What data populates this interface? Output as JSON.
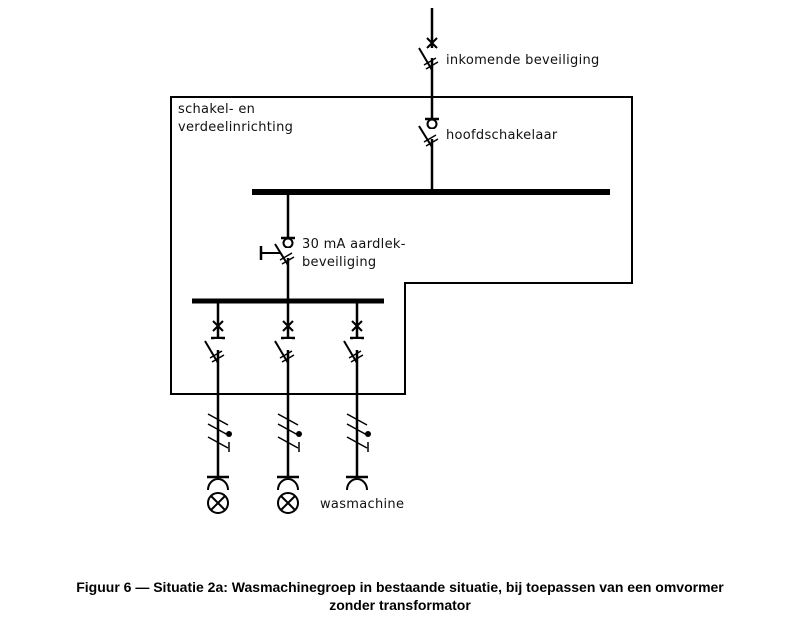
{
  "labels": {
    "incoming_protection": "inkomende beveiliging",
    "enclosure_line1": "schakel- en",
    "enclosure_line2": "verdeelinrichting",
    "main_switch": "hoofdschakelaar",
    "rcd_line1": "30 mA aardlek-",
    "rcd_line2": "beveiliging",
    "washing_machine": "wasmachine"
  },
  "branches": [
    {
      "load": "lamp"
    },
    {
      "load": "lamp"
    },
    {
      "load": "wasmachine"
    }
  ],
  "caption": {
    "line1": "Figuur 6 — Situatie 2a: Wasmachinegroep in bestaande situatie, bij toepassen van een omvormer",
    "line2": "zonder transformator"
  }
}
